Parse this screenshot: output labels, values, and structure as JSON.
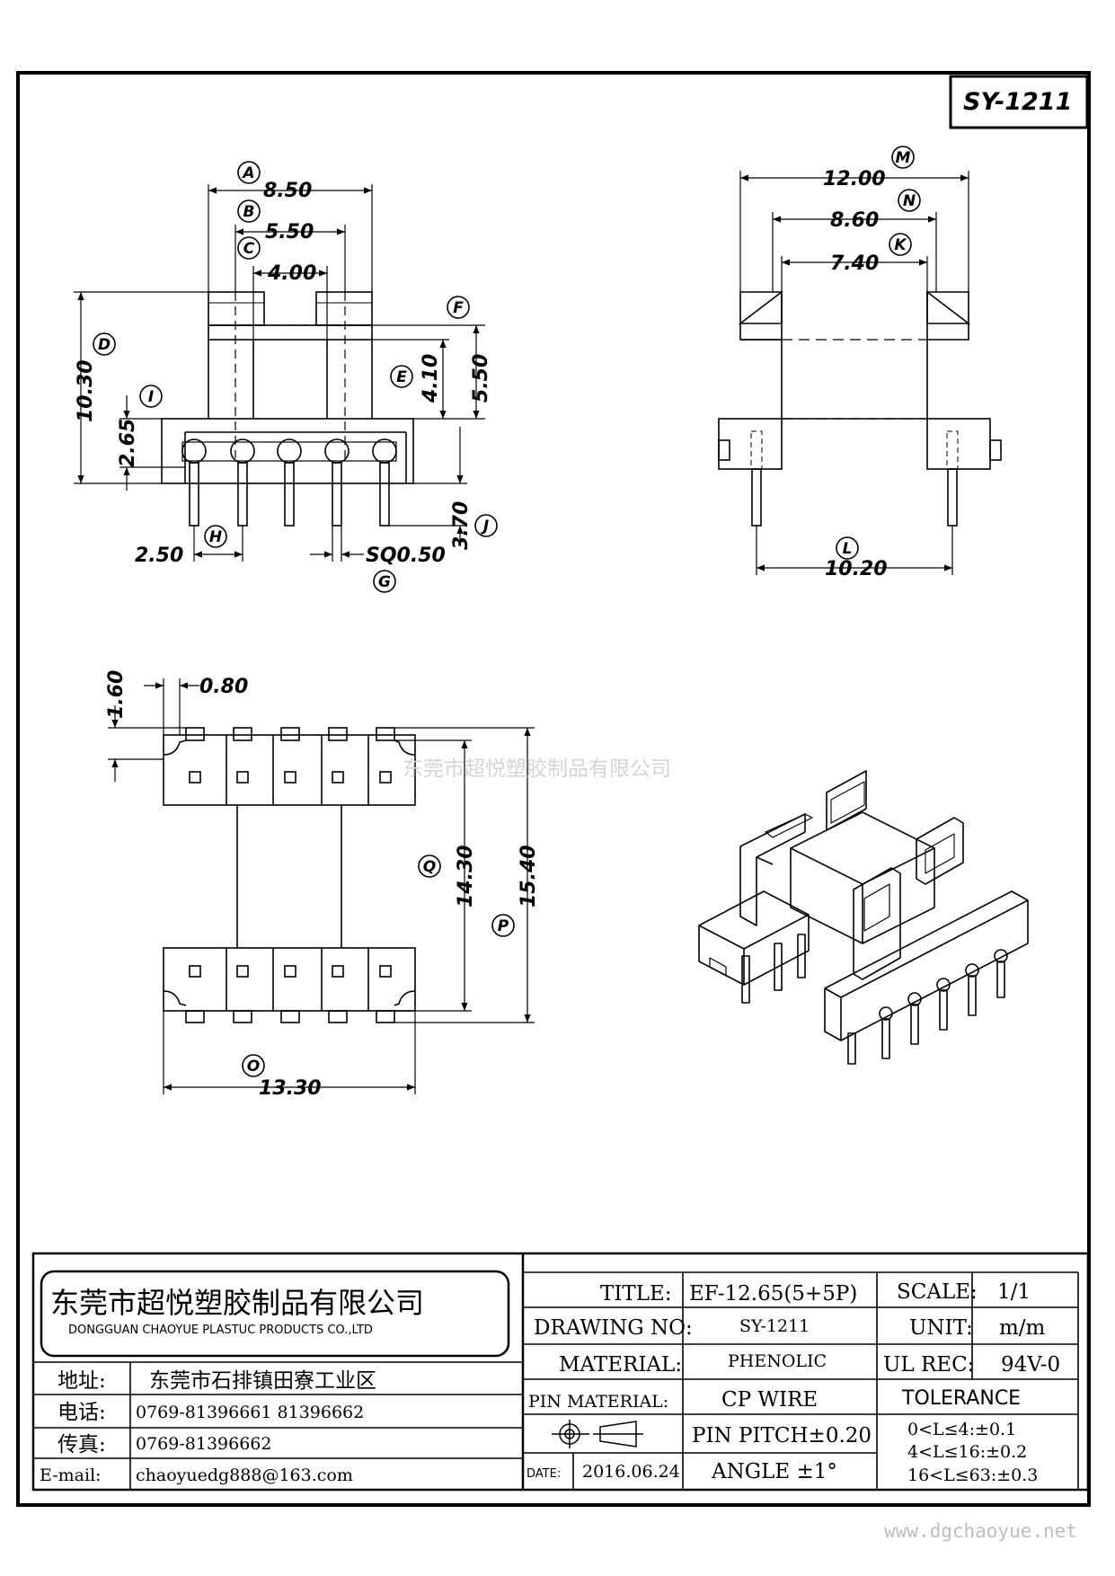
{
  "part_number": "SY-1211",
  "watermark": "东莞市超悦塑胶制品有限公司",
  "website": "www.dgchaoyue.net",
  "front_view": {
    "dims": {
      "A": "8.50",
      "B": "5.50",
      "C": "4.00",
      "D": "10.30",
      "E": "4.10",
      "F_val": "5.50",
      "I": "2.65",
      "J": "3.70",
      "H": "2.50",
      "G": "SQ0.50"
    },
    "labels": {
      "A": "A",
      "B": "B",
      "C": "C",
      "D": "D",
      "E": "E",
      "F": "F",
      "G": "G",
      "H": "H",
      "I": "I",
      "J": "J"
    }
  },
  "side_view": {
    "dims": {
      "M": "12.00",
      "N": "8.60",
      "K": "7.40",
      "L": "10.20"
    },
    "labels": {
      "M": "M",
      "N": "N",
      "K": "K",
      "L": "L"
    }
  },
  "top_view": {
    "dims": {
      "w1": "1.60",
      "w2": "0.80",
      "Q": "14.30",
      "P": "15.40",
      "O": "13.30"
    },
    "labels": {
      "Q": "Q",
      "P": "P",
      "O": "O"
    }
  },
  "title_block": {
    "company_cn": "东莞市超悦塑胶制品有限公司",
    "company_en": "DONGGUAN CHAOYUE PLASTUC PRODUCTS CO.,LTD",
    "address_label": "地址:",
    "address": "东莞市石排镇田寮工业区",
    "tel_label": "电话:",
    "tel": "0769-81396661  81396662",
    "fax_label": "传真:",
    "fax": "0769-81396662",
    "email_label": "E-mail:",
    "email": "chaoyuedg888@163.com",
    "title_label": "TITLE:",
    "title": "EF-12.65(5+5P)",
    "scale_label": "SCALE:",
    "scale": "1/1",
    "drawing_no_label": "DRAWING NO:",
    "drawing_no": "SY-1211",
    "unit_label": "UNIT:",
    "unit": "m/m",
    "material_label": "MATERIAL:",
    "material": "PHENOLIC",
    "ul_label": "UL REC:",
    "ul": "94V-0",
    "pin_material_label": "PIN MATERIAL:",
    "pin_material": "CP WIRE",
    "tolerance_label": "TOLERANCE",
    "pin_pitch": "PIN PITCH±0.20",
    "tol1": "0<L≤4:±0.1",
    "tol2": "4<L≤16:±0.2",
    "tol3": "16<L≤63:±0.3",
    "date_label": "DATE:",
    "date": "2016.06.24",
    "angle": "ANGLE  ±1°"
  }
}
